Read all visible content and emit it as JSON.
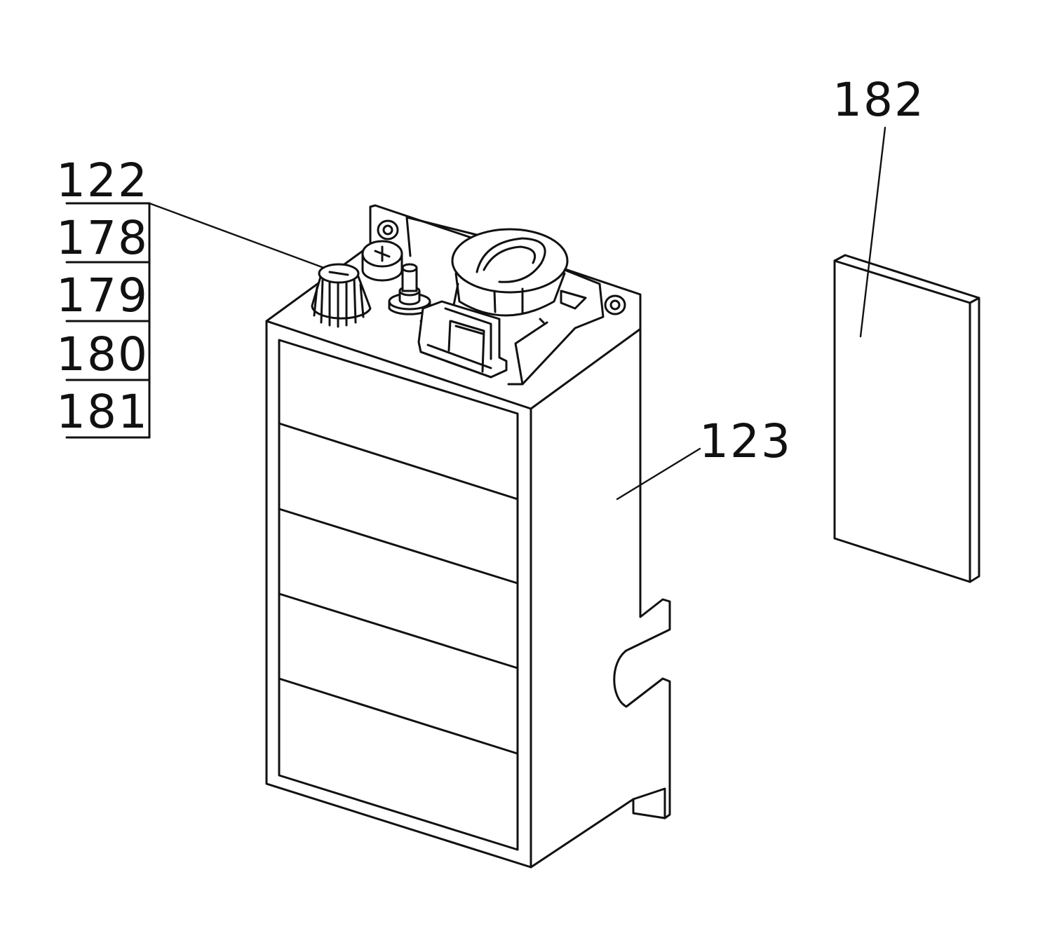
{
  "figure": {
    "reference_numerals": {
      "stack": [
        "122",
        "178",
        "179",
        "180",
        "181"
      ],
      "housing": "123",
      "panel": "182"
    },
    "colors": {
      "line": "#111111",
      "background": "#ffffff"
    }
  }
}
